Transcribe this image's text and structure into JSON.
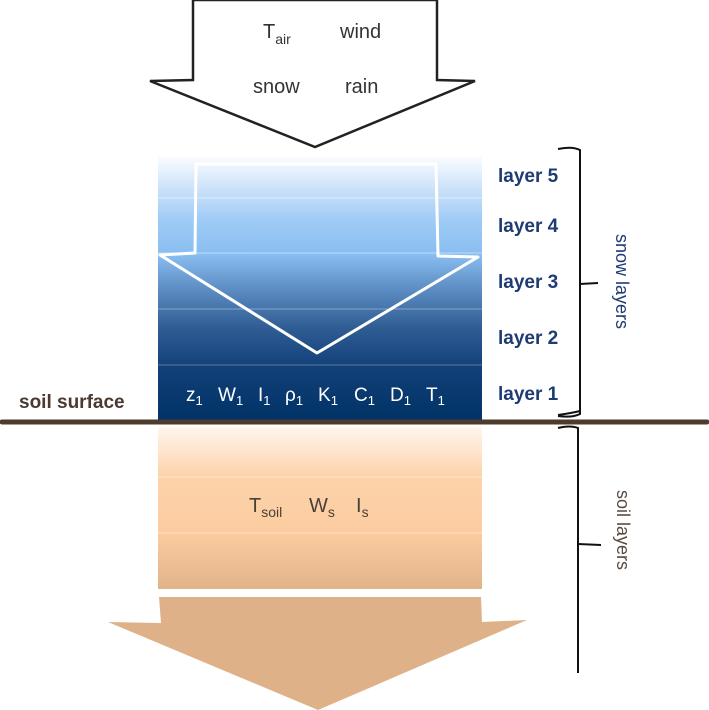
{
  "forcing": {
    "items": [
      {
        "base": "T",
        "sub": "air"
      },
      {
        "base": "wind",
        "sub": ""
      },
      {
        "base": "snow",
        "sub": ""
      },
      {
        "base": "rain",
        "sub": ""
      }
    ]
  },
  "snow": {
    "layers": [
      "layer 5",
      "layer 4",
      "layer 3",
      "layer 2",
      "layer 1"
    ],
    "side_label": "snow layers",
    "variables": [
      {
        "base": "z",
        "sub": "1"
      },
      {
        "base": "W",
        "sub": "1"
      },
      {
        "base": "I",
        "sub": "1"
      },
      {
        "base": "ρ",
        "sub": "1"
      },
      {
        "base": "K",
        "sub": "1"
      },
      {
        "base": "C",
        "sub": "1"
      },
      {
        "base": "D",
        "sub": "1"
      },
      {
        "base": "T",
        "sub": "1"
      }
    ]
  },
  "surface": {
    "label": "soil surface"
  },
  "soil": {
    "side_label": "soil layers",
    "variables": [
      {
        "base": "T",
        "sub": "soil"
      },
      {
        "base": "W",
        "sub": "s"
      },
      {
        "base": "I",
        "sub": "s"
      }
    ]
  },
  "colors": {
    "snow_top": "#ffffff",
    "snow_mid": "#8fc1f2",
    "snow_bottom": "#003366",
    "snow_label": "#1f3b73",
    "soil_top": "#fff4ea",
    "soil_mid": "#fccca0",
    "soil_bottom": "#dfb086",
    "soil_arrow": "#deb189",
    "surface_line": "#4e3b2f"
  }
}
